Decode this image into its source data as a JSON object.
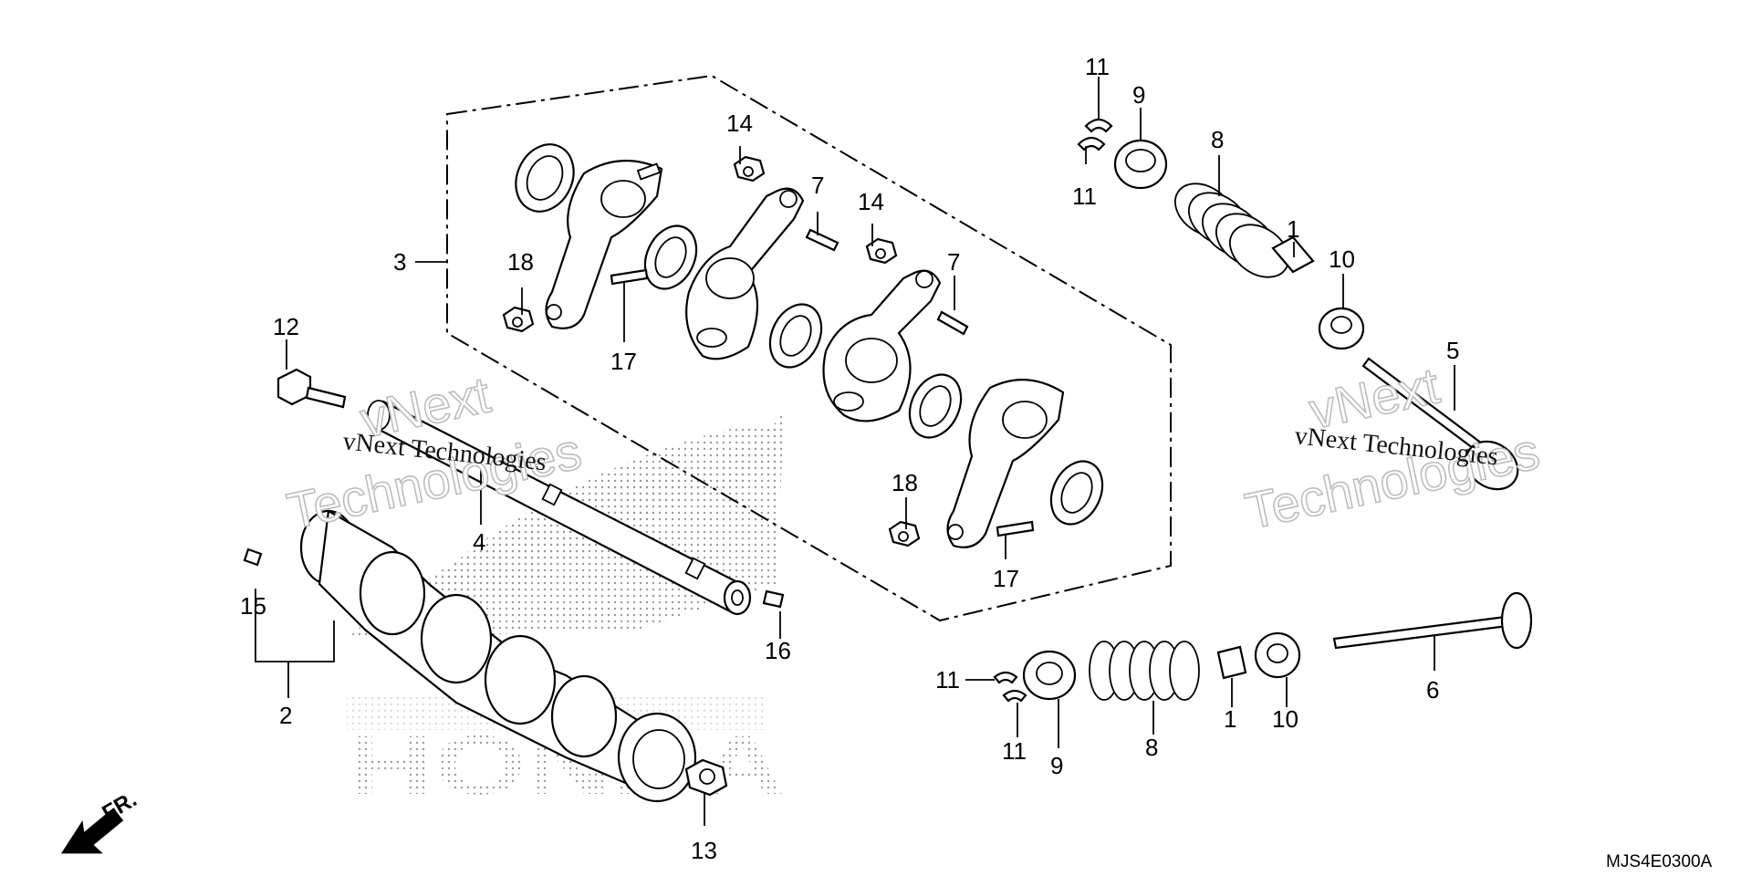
{
  "diagram": {
    "code": "MJS4E0300A",
    "direction_label": "FR.",
    "brand_mark": "HONDA",
    "watermark": {
      "line1": "vNext",
      "line2": "Technologies",
      "overlay": "vNext Technologies"
    },
    "callouts": {
      "c1a": "1",
      "c1b": "1",
      "c2": "2",
      "c3": "3",
      "c4": "4",
      "c5": "5",
      "c6": "6",
      "c7a": "7",
      "c7b": "7",
      "c8a": "8",
      "c8b": "8",
      "c9a": "9",
      "c9b": "9",
      "c10a": "10",
      "c10b": "10",
      "c11a": "11",
      "c11b": "11",
      "c11c": "11",
      "c11d": "11",
      "c12": "12",
      "c13": "13",
      "c14a": "14",
      "c14b": "14",
      "c15": "15",
      "c16": "16",
      "c17a": "17",
      "c17b": "17",
      "c18a": "18",
      "c18b": "18"
    }
  }
}
